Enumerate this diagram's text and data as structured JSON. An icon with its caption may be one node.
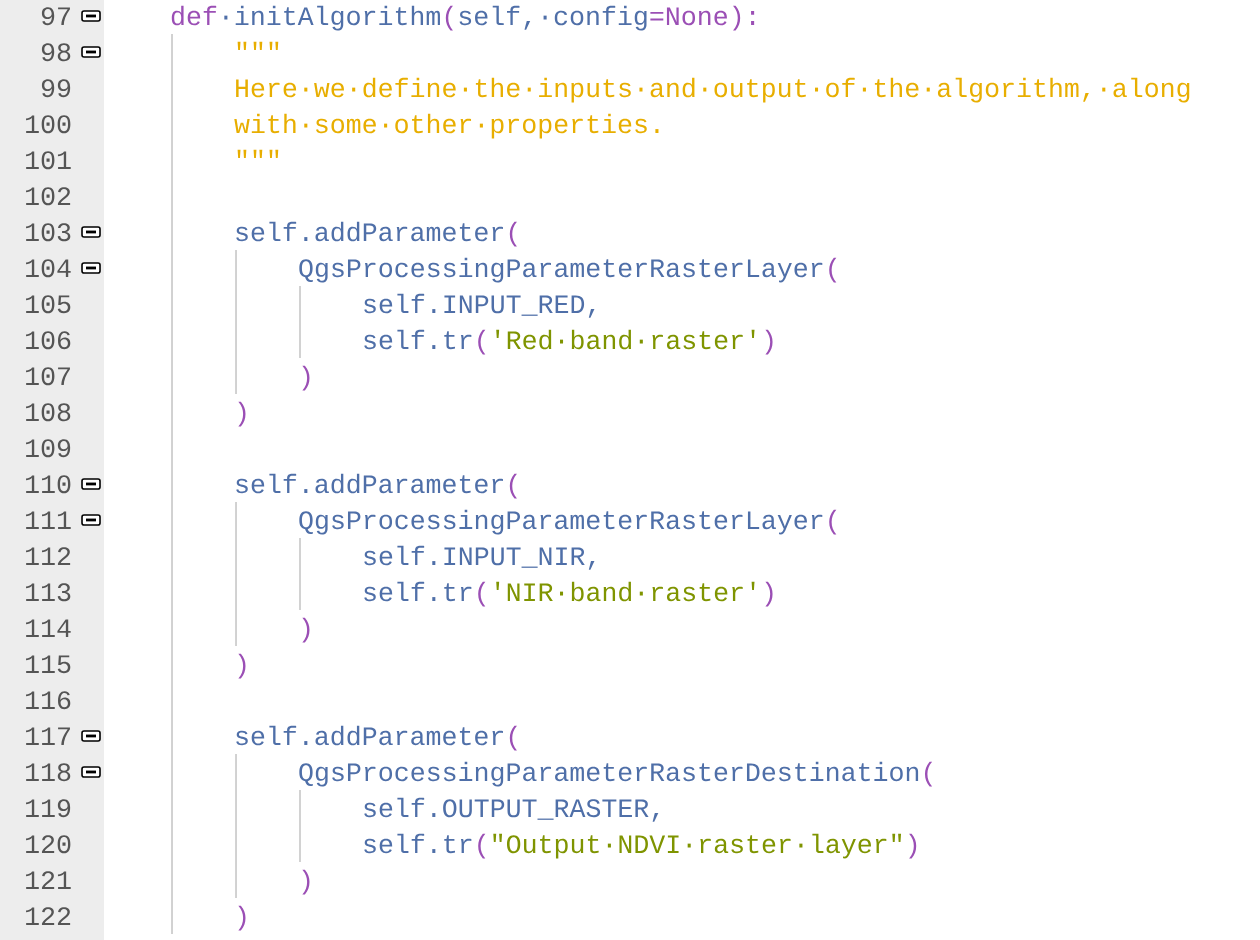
{
  "diagram": {
    "labels": [
      "97",
      "def",
      "·initAlgorithm",
      "(",
      "self,·config",
      "=None):",
      "98",
      "\"\"\"",
      "99",
      "Here·we·define·the·inputs·and·output·of·the·algorithm,·along",
      "100",
      "with·some·other·properties.",
      "101",
      "\"\"\"",
      "102",
      "103",
      "self.addParameter",
      "(",
      "104",
      "QgsProcessingParameterRasterLayer",
      "(",
      "105",
      "self.INPUT_RED,",
      "106",
      "self.tr",
      "(",
      "'Red·band·raster'",
      ")",
      "107",
      ")",
      "108",
      ")",
      "109",
      "110",
      "self.addParameter",
      "(",
      "111",
      "QgsProcessingParameterRasterLayer",
      "(",
      "112",
      "self.INPUT_NIR,",
      "113",
      "self.tr",
      "(",
      "'NIR·band·raster'",
      ")",
      "114",
      ")",
      "115",
      ")",
      "116",
      "117",
      "self.addParameter",
      "(",
      "118",
      "QgsProcessingParameterRasterDestination",
      "(",
      "119",
      "self.OUTPUT_RASTER,",
      "120",
      "self.tr",
      "(",
      "\"Output·NDVI·raster·layer\"",
      ")",
      "121",
      ")",
      "122",
      ")"
    ]
  }
}
